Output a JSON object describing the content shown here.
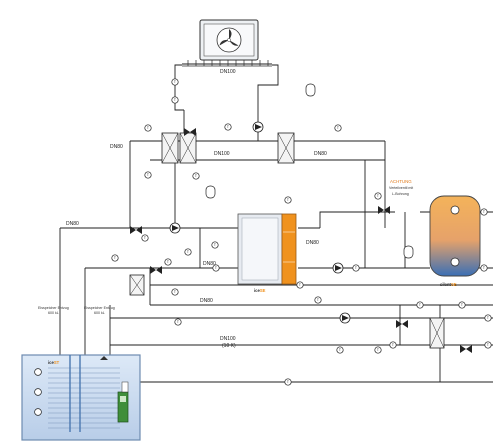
{
  "colors": {
    "pipe": "#1f1f1f",
    "tank_top": "#f4b35a",
    "tank_bottom": "#3a6fb5",
    "accent_orange": "#f0921e",
    "ice_tank_frame": "#6d8bb0",
    "ice_tank_fill": "#c9daf0",
    "heatpump_body": "#e7ebf1",
    "outdoor_unit_fill": "#eef1f4"
  },
  "labels": {
    "dn100_top": "DN100",
    "dn80_upper_left": "DN80",
    "dn100_mid": "DN100",
    "dn80_mid_right": "DN80",
    "dn80_left": "DN80",
    "dn80_hp_left": "DN80",
    "dn80_hp_right": "DN80",
    "dn80_lower": "DN80",
    "dn100_bottom": "DN100",
    "dn100_bottom_sub": "(10 K)"
  },
  "warning": {
    "title": "ACHTUNG",
    "line1": "Verteilventil mit",
    "line2": "L-Bohrung"
  },
  "annotations": {
    "left_a_line1": "Eisspeicher Entzug",
    "left_a_line2": "600 kL",
    "left_b_line1": "Eisspeicher Entzug",
    "left_b_line2": "600 kL"
  },
  "equipment": {
    "heatpump_brand": "ice",
    "heatpump_brand_accent": "SE",
    "tank_brand": "silent",
    "tank_brand_accent": "SE",
    "ice_tank_brand": "ice",
    "ice_tank_brand_accent": "ST",
    "outdoor_unit_icon": "fan-icon"
  },
  "gauge_symbols": [
    "T",
    "T",
    "T",
    "T",
    "T",
    "T",
    "T",
    "T",
    "T",
    "T",
    "T",
    "T",
    "T",
    "T",
    "T",
    "T",
    "T",
    "T",
    "T",
    "T",
    "T",
    "T",
    "T",
    "T",
    "T",
    "T",
    "T",
    "T",
    "T",
    "T"
  ]
}
